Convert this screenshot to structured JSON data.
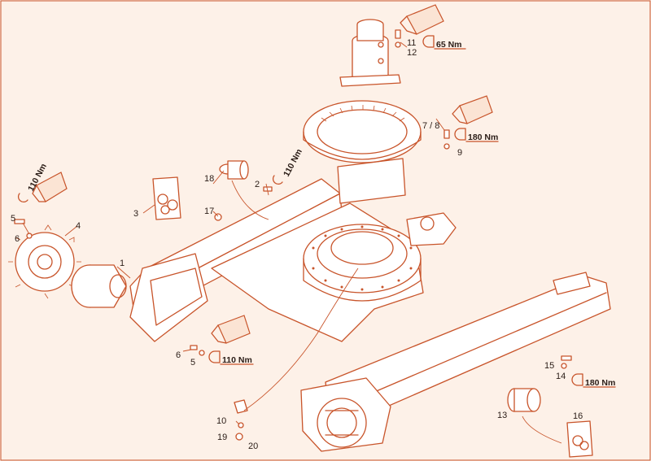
{
  "diagram": {
    "callouts": [
      "1",
      "2",
      "3",
      "4",
      "5",
      "6",
      "7 / 8",
      "9",
      "10",
      "11",
      "12",
      "13",
      "14",
      "15",
      "16",
      "17",
      "18",
      "19",
      "20"
    ],
    "callouts_lower": [
      "5",
      "6"
    ],
    "torques": {
      "t65": "65 Nm",
      "t180_top": "180 Nm",
      "t110_right": "110 Nm",
      "t110_left": "110 Nm",
      "t110_bottom": "110 Nm",
      "t180_bottom": "180 Nm"
    },
    "colors": {
      "line": "#c8542a",
      "background": "#fdf1e8",
      "text": "#2b1d17"
    }
  }
}
